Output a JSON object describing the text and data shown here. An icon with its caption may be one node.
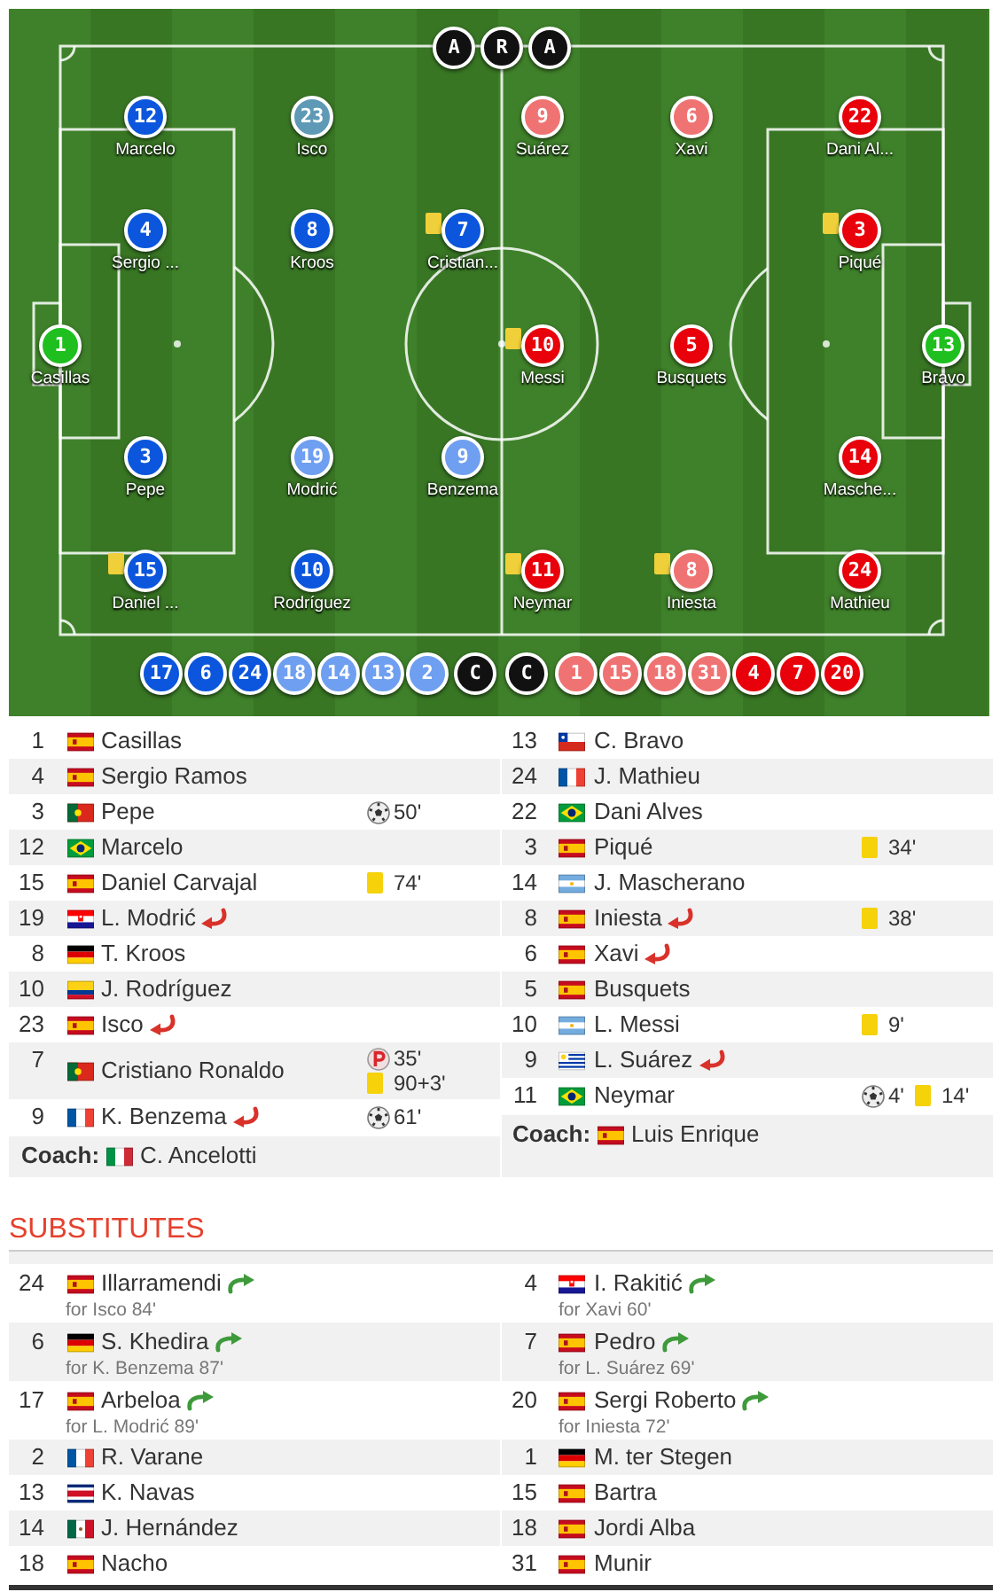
{
  "diagram": {
    "nodes": [
      {
        "text": [
          "A"
        ]
      },
      {
        "text": [
          "R"
        ]
      },
      {
        "text": [
          "A"
        ]
      },
      {
        "text": [
          "12"
        ],
        "beside": [
          "Marcelo"
        ]
      },
      {
        "text": [
          "23"
        ],
        "beside": [
          "Isco"
        ]
      },
      {
        "text": [
          "9"
        ],
        "beside": [
          "Suárez"
        ]
      },
      {
        "text": [
          "6"
        ],
        "beside": [
          "Xavi"
        ]
      },
      {
        "text": [
          "22"
        ],
        "beside": [
          "Dani Al..."
        ]
      },
      {
        "text": [
          "4"
        ],
        "beside": [
          "Sergio ..."
        ]
      },
      {
        "text": [
          "8"
        ],
        "beside": [
          "Kroos"
        ]
      },
      {
        "text": [
          "7"
        ],
        "beside": [
          "Cristian..."
        ]
      },
      {
        "text": [
          "3"
        ],
        "beside": [
          "Piqué"
        ]
      },
      {
        "text": [
          "1"
        ],
        "beside": [
          "Casillas"
        ]
      },
      {
        "text": [
          "10"
        ],
        "beside": [
          "Messi"
        ]
      },
      {
        "text": [
          "5"
        ],
        "beside": [
          "Busquets"
        ]
      },
      {
        "text": [
          "13"
        ],
        "beside": [
          "Bravo"
        ]
      },
      {
        "text": [
          "3"
        ],
        "beside": [
          "Pepe"
        ]
      },
      {
        "text": [
          "19"
        ],
        "beside": [
          "Modrić"
        ]
      },
      {
        "text": [
          "9"
        ],
        "beside": [
          "Benzema"
        ]
      },
      {
        "text": [
          "14"
        ],
        "beside": [
          "Masche..."
        ]
      },
      {
        "text": [
          "15"
        ],
        "beside": [
          "Daniel ..."
        ]
      },
      {
        "text": [
          "10"
        ],
        "beside": [
          "Rodríguez"
        ]
      },
      {
        "text": [
          "11"
        ],
        "beside": [
          "Neymar"
        ]
      },
      {
        "text": [
          "8"
        ],
        "beside": [
          "Iniesta"
        ]
      },
      {
        "text": [
          "24"
        ],
        "beside": [
          "Mathieu"
        ]
      },
      {
        "text": [
          "17"
        ]
      },
      {
        "text": [
          "6"
        ]
      },
      {
        "text": [
          "24"
        ]
      },
      {
        "text": [
          "18"
        ]
      },
      {
        "text": [
          "14"
        ]
      },
      {
        "text": [
          "13"
        ]
      },
      {
        "text": [
          "2"
        ]
      },
      {
        "text": [
          "C"
        ]
      },
      {
        "text": [
          "C"
        ]
      },
      {
        "text": [
          "1"
        ]
      },
      {
        "text": [
          "15"
        ]
      },
      {
        "text": [
          "18"
        ]
      },
      {
        "text": [
          "31"
        ]
      },
      {
        "text": [
          "4"
        ]
      },
      {
        "text": [
          "7"
        ]
      },
      {
        "text": [
          "20"
        ]
      }
    ],
    "labels": [
      "1",
      "Casillas",
      "4",
      "Sergio Ramos",
      "3",
      "Pepe",
      "50'",
      "12",
      "Marcelo",
      "15",
      "Daniel Carvajal",
      "74'",
      "19",
      "L. Modrić",
      "8",
      "T. Kroos",
      "10",
      "J. Rodríguez",
      "23",
      "Isco",
      "7",
      "Cristiano Ronaldo",
      "35'",
      "90+3'",
      "9",
      "K. Benzema",
      "61'",
      "Coach:",
      "C. Ancelotti",
      "13",
      "C. Bravo",
      "24",
      "J. Mathieu",
      "22",
      "Dani Alves",
      "3",
      "Piqué",
      "34'",
      "14",
      "J. Mascherano",
      "8",
      "Iniesta",
      "38'",
      "6",
      "Xavi",
      "5",
      "Busquets",
      "10",
      "L. Messi",
      "9'",
      "9",
      "L. Suárez",
      "11",
      "Neymar",
      "4'",
      "14'",
      "Coach:",
      "Luis Enrique",
      "SUBSTITUTES",
      "24",
      "Illarramendi",
      "for Isco 84'",
      "6",
      "S. Khedira",
      "for K. Benzema 87'",
      "17",
      "Arbeloa",
      "for L. Modrić 89'",
      "2",
      "R. Varane",
      "13",
      "K. Navas",
      "14",
      "J. Hernández",
      "18",
      "Nacho",
      "4",
      "I. Rakitić",
      "for Xavi 60'",
      "7",
      "Pedro",
      "for L. Suárez 69'",
      "20",
      "Sergi Roberto",
      "for Iniesta 72'",
      "1",
      "M. ter Stegen",
      "15",
      "Bartra",
      "18",
      "Jordi Alba",
      "31",
      "Munir"
    ]
  }
}
